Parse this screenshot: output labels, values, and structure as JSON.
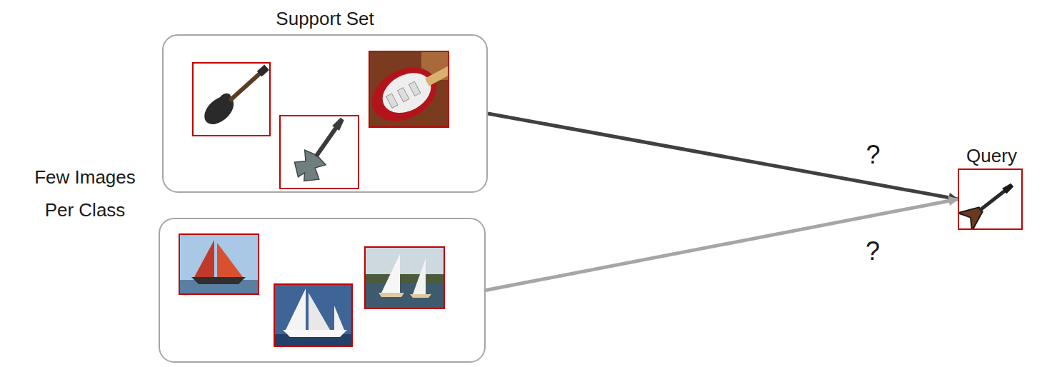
{
  "diagram": {
    "nodes": [
      {
        "text": [
          "Support Set"
        ]
      },
      {
        "text": [
          "Few Images Per Class"
        ]
      },
      {
        "text": [
          "Query"
        ]
      }
    ],
    "edges": [
      {
        "from": 0,
        "to": 2,
        "arrow": "to",
        "label": "?"
      },
      {
        "from": 1,
        "to": 2,
        "arrow": "to",
        "label": "?"
      }
    ]
  }
}
